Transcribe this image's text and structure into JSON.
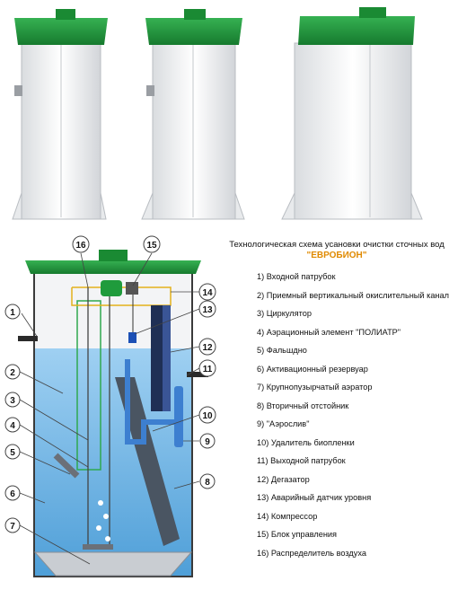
{
  "diagram": {
    "title_line1": "Технологическая схема усановки очистки сточных вод",
    "title_line2": "\"ЕВРОБИОН\"",
    "legend": [
      "1) Входной патрубок",
      "2) Приемный вертикальный окислительный канал",
      "3) Циркулятор",
      "4) Аэрационный элемент \"ПОЛИАТР\"",
      "5) Фальшдно",
      "6) Активационный резервуар",
      "7) Крупнопузырчатый аэратор",
      "8) Вторичный отстойник",
      "9) \"Аэрослив\"",
      "10) Удалитель биопленки",
      "11) Выходной патрубок",
      "12) Дегазатор",
      "13) Аварийный датчик уровня",
      "14) Компрессор",
      "15) Блок управления",
      "16) Распределитель воздуха"
    ],
    "callouts": [
      "1",
      "2",
      "3",
      "4",
      "5",
      "6",
      "7",
      "8",
      "9",
      "10",
      "11",
      "12",
      "13",
      "14",
      "15",
      "16"
    ]
  },
  "colors": {
    "lid": "#1e9a3a",
    "water": "#6fb4e3",
    "tank": "#f3f4f6",
    "pipe": "#3d7fd0",
    "accent": "#e08a00"
  }
}
